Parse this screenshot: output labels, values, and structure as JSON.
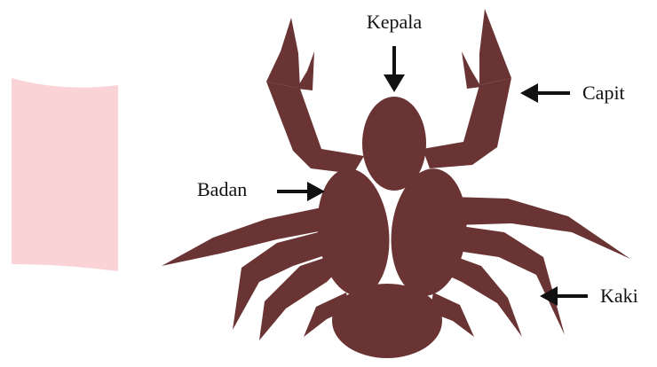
{
  "labels": {
    "head": "Kepala",
    "claw": "Capit",
    "body": "Badan",
    "legs": "Kaki"
  },
  "colors": {
    "crab": "#6b3434",
    "pink_card": "#fad3d6",
    "text": "#111111",
    "arrow": "#111111"
  }
}
